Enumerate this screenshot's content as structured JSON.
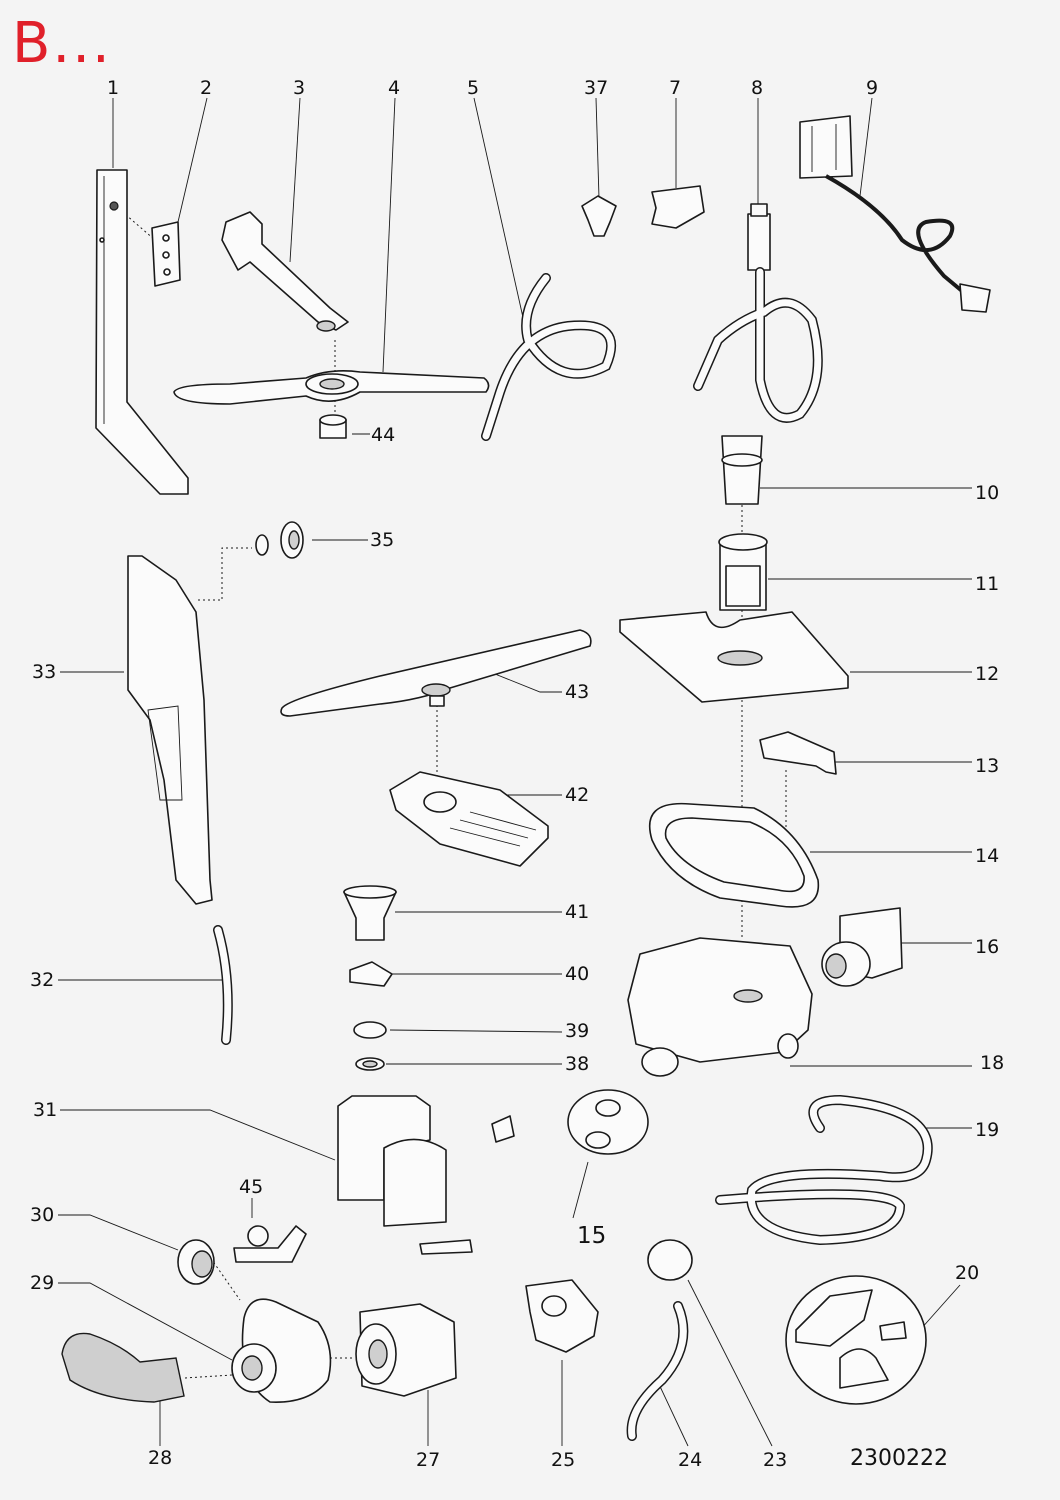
{
  "header": {
    "title": "B..."
  },
  "document_number": "2300222",
  "callouts": [
    {
      "id": "n1",
      "label": "1"
    },
    {
      "id": "n2",
      "label": "2"
    },
    {
      "id": "n3",
      "label": "3"
    },
    {
      "id": "n4",
      "label": "4"
    },
    {
      "id": "n5",
      "label": "5"
    },
    {
      "id": "n37",
      "label": "37"
    },
    {
      "id": "n7",
      "label": "7"
    },
    {
      "id": "n8",
      "label": "8"
    },
    {
      "id": "n9",
      "label": "9"
    },
    {
      "id": "n44",
      "label": "44"
    },
    {
      "id": "n10",
      "label": "10"
    },
    {
      "id": "n35",
      "label": "35"
    },
    {
      "id": "n11",
      "label": "11"
    },
    {
      "id": "n33",
      "label": "33"
    },
    {
      "id": "n12",
      "label": "12"
    },
    {
      "id": "n43",
      "label": "43"
    },
    {
      "id": "n13",
      "label": "13"
    },
    {
      "id": "n42",
      "label": "42"
    },
    {
      "id": "n14",
      "label": "14"
    },
    {
      "id": "n41",
      "label": "41"
    },
    {
      "id": "n16",
      "label": "16"
    },
    {
      "id": "n32",
      "label": "32"
    },
    {
      "id": "n40",
      "label": "40"
    },
    {
      "id": "n39",
      "label": "39"
    },
    {
      "id": "n38",
      "label": "38"
    },
    {
      "id": "n18",
      "label": "18"
    },
    {
      "id": "n31",
      "label": "31"
    },
    {
      "id": "n19",
      "label": "19"
    },
    {
      "id": "n15",
      "label": "15"
    },
    {
      "id": "n45",
      "label": "45"
    },
    {
      "id": "n20",
      "label": "20"
    },
    {
      "id": "n30",
      "label": "30"
    },
    {
      "id": "n29",
      "label": "29"
    },
    {
      "id": "n28",
      "label": "28"
    },
    {
      "id": "n27",
      "label": "27"
    },
    {
      "id": "n25",
      "label": "25"
    },
    {
      "id": "n24",
      "label": "24"
    },
    {
      "id": "n23",
      "label": "23"
    }
  ]
}
